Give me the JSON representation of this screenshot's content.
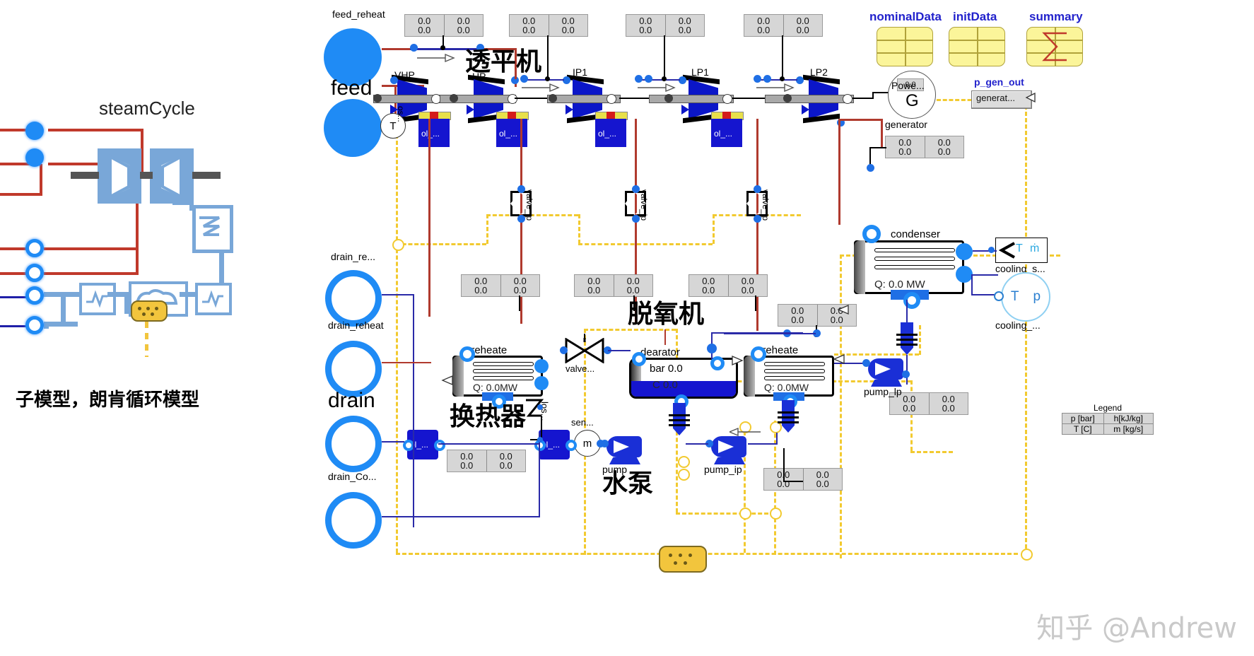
{
  "left_panel": {
    "title": "steamCycle",
    "caption": "子模型，朗肯循环模型",
    "icon_name": "steam-cycle-icon"
  },
  "diagram": {
    "annotations": [
      {
        "id": "turbine",
        "text": "透平机"
      },
      {
        "id": "deaerator",
        "text": "脱氧机"
      },
      {
        "id": "heat-exchanger",
        "text": "换热器"
      },
      {
        "id": "pump",
        "text": "水泵"
      }
    ],
    "ports": {
      "feed_reheat": "feed_reheat",
      "feed": "feed",
      "drain_re": "drain_re...",
      "drain_reheat": "drain_reheat",
      "drain": "drain",
      "drain_co": "drain_Co..."
    },
    "turbines": [
      {
        "label": "VHP"
      },
      {
        "label": "HP"
      },
      {
        "label": "IP1"
      },
      {
        "label": "LP1"
      },
      {
        "label": "LP2"
      }
    ],
    "records": [
      {
        "label": "nominalData",
        "kind": "record"
      },
      {
        "label": "initData",
        "kind": "record"
      },
      {
        "label": "summary",
        "kind": "record-sum"
      }
    ],
    "generator": {
      "label": "generator",
      "glyph": "G",
      "power_label": "Powe...",
      "power_value": "0.0"
    },
    "p_gen_out": {
      "label": "p_gen_out",
      "button": "generat..."
    },
    "condenser": {
      "label": "condenser",
      "q_text": "Q:  0.0  MW"
    },
    "cooling_supply": {
      "label": "cooling_s...",
      "glyph_t": "T",
      "glyph_m": "ṁ"
    },
    "cooling_sink": {
      "label": "cooling_...",
      "glyph_t": "T",
      "glyph_p": "p"
    },
    "preheaters": [
      {
        "label": "preheate",
        "q_text": "Q: 0.0MW"
      },
      {
        "label": "preheate",
        "q_text": "Q: 0.0MW"
      }
    ],
    "deaerator": {
      "label": "dearator",
      "bar_text": "bar 0.0",
      "c_text": "C  0.0"
    },
    "valves": [
      {
        "label": "valve_ip"
      },
      {
        "label": "valve_ip"
      },
      {
        "label": "valve_lp"
      },
      {
        "label": "valve..."
      }
    ],
    "pumps": [
      {
        "label": "pump"
      },
      {
        "label": "pump_ip"
      },
      {
        "label": "pump_lp"
      }
    ],
    "volumes": [
      {
        "label": "ol_..."
      },
      {
        "label": "ol_..."
      },
      {
        "label": "ol_..."
      },
      {
        "label": "ol_..."
      },
      {
        "label": "ol_..."
      },
      {
        "label": "ol_..."
      }
    ],
    "sensors": [
      {
        "label": "sen...",
        "glyph": "m"
      },
      {
        "label": "os...",
        "glyph": "T"
      }
    ],
    "misc_labels": [
      {
        "text": "los..."
      },
      {
        "text": "os..."
      }
    ],
    "display_value": "0.0",
    "legend": {
      "title": "Legend",
      "rows": [
        [
          "p [bar]",
          "h[kJ/kg]"
        ],
        [
          "T [C]",
          "m [kg/s]"
        ]
      ]
    }
  },
  "watermark": "知乎 @Andrew"
}
